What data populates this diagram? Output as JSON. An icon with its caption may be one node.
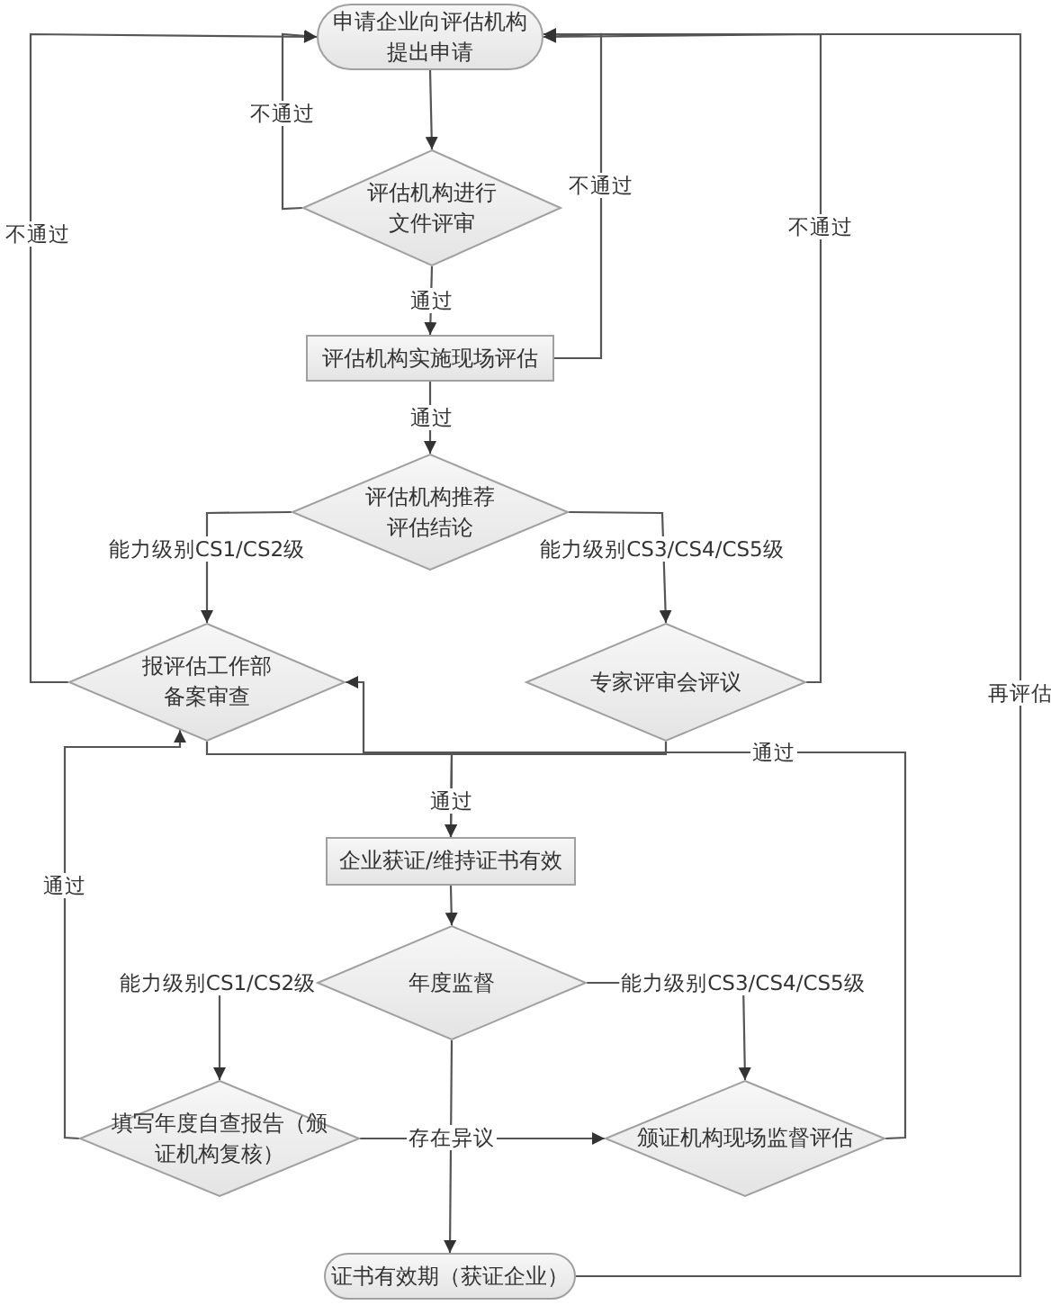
{
  "diagram": {
    "nodes": [
      {
        "text": [
          "申请企业向评估机构提出申请"
        ]
      },
      {
        "text": [
          "评估机构进行文件评审"
        ]
      },
      {
        "text": [
          "评估机构实施现场评估"
        ]
      },
      {
        "text": [
          "评估机构推荐评估结论"
        ]
      },
      {
        "text": [
          "报评估工作部备案审查"
        ]
      },
      {
        "text": [
          "专家评审会评议"
        ]
      },
      {
        "text": [
          "企业获证/维持证书有效"
        ]
      },
      {
        "text": [
          "年度监督"
        ]
      },
      {
        "text": [
          "填写年度自查报告（颁证机构复核）"
        ]
      },
      {
        "text": [
          "颁证机构现场监督评估"
        ]
      },
      {
        "text": [
          "证书有效期（获证企业）"
        ]
      }
    ],
    "edges": [
      {
        "from": 0,
        "to": 1,
        "arrow": "to"
      },
      {
        "from": 1,
        "to": 0,
        "arrow": "to",
        "label": "不通过"
      },
      {
        "from": 1,
        "to": 2,
        "arrow": "to",
        "label": "通过"
      },
      {
        "from": 2,
        "to": 0,
        "arrow": "to",
        "label": "不通过"
      },
      {
        "from": 2,
        "to": 3,
        "arrow": "to",
        "label": "通过"
      },
      {
        "from": 3,
        "to": 4,
        "arrow": "to",
        "label": "能力级别CS1/CS2级"
      },
      {
        "from": 3,
        "to": 5,
        "arrow": "to",
        "label": "能力级别CS3/CS4/CS5级"
      },
      {
        "from": 4,
        "to": 0,
        "arrow": "to",
        "label": "不通过"
      },
      {
        "from": 5,
        "to": 0,
        "arrow": "to",
        "label": "不通过"
      },
      {
        "from": 4,
        "to": 6,
        "arrow": "to",
        "label": "通过"
      },
      {
        "from": 5,
        "to": 6,
        "arrow": "to"
      },
      {
        "from": 9,
        "to": 4,
        "arrow": "to",
        "label": "通过"
      },
      {
        "from": 8,
        "to": 4,
        "arrow": "to",
        "label": "通过"
      },
      {
        "from": 6,
        "to": 7,
        "arrow": "to"
      },
      {
        "from": 7,
        "to": 8,
        "arrow": "to",
        "label": "能力级别CS1/CS2级"
      },
      {
        "from": 7,
        "to": 9,
        "arrow": "to",
        "label": "能力级别CS3/CS4/CS5级"
      },
      {
        "from": 7,
        "to": 10,
        "arrow": "to"
      },
      {
        "from": 8,
        "to": 9,
        "arrow": "to",
        "label": "存在异议"
      },
      {
        "from": 10,
        "to": 0,
        "arrow": "to",
        "label": "再评估"
      }
    ]
  }
}
